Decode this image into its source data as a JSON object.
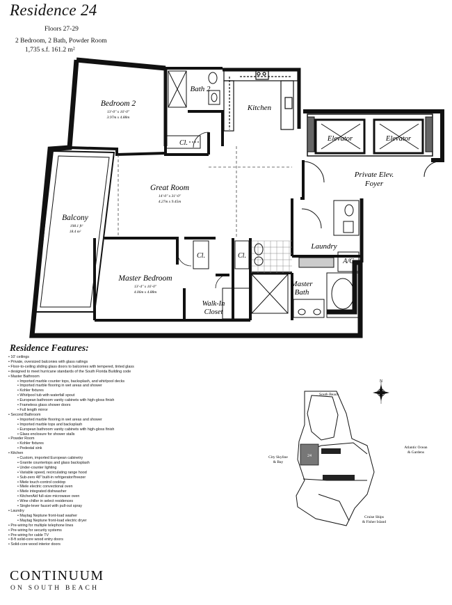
{
  "header": {
    "title": "Residence 24",
    "floors": "Floors 27-29",
    "layout": "2 Bedroom, 2 Bath, Powder Room",
    "area": "1,735 s.f.  161.2 m²"
  },
  "plan": {
    "rooms": {
      "bedroom2": {
        "name": "Bedroom 2",
        "dim_ft": "13'-0\" x 16'-0\"",
        "dim_m": "3.97m x 4.88m"
      },
      "bath2": {
        "name": "Bath 2"
      },
      "kitchen": {
        "name": "Kitchen"
      },
      "closet_bed2": {
        "name": "Cl."
      },
      "elevator1": {
        "name": "Elevator"
      },
      "elevator2": {
        "name": "Elevator"
      },
      "foyer": {
        "name": "Private Elev.",
        "name2": "Foyer"
      },
      "great_room": {
        "name": "Great Room",
        "dim_ft": "14'-0\" x 31'-0\"",
        "dim_m": "4.27m x 9.45m"
      },
      "balcony": {
        "name": "Balcony",
        "dim_ft": "198.1 ft²",
        "dim_m": "18.4 m²"
      },
      "closet_a": {
        "name": "Cl."
      },
      "closet_b": {
        "name": "Cl."
      },
      "laundry": {
        "name": "Laundry"
      },
      "ac": {
        "name": "A/C"
      },
      "master_bedroom": {
        "name": "Master Bedroom",
        "dim_ft": "13'-4\" x 16'-0\"",
        "dim_m": "4.06m x 4.88m"
      },
      "master_bath": {
        "name": "Master",
        "name2": "Bath"
      },
      "walkin": {
        "name": "Walk-In",
        "name2": "Closet"
      }
    }
  },
  "features": {
    "heading": "Residence Features:",
    "items": [
      {
        "level": 1,
        "text": "10' ceilings"
      },
      {
        "level": 1,
        "text": "Private, oversized balconies with glass railings"
      },
      {
        "level": 1,
        "text": "Floor-to-ceiling sliding glass doors to balconies with tempered, tinted glass"
      },
      {
        "level": 1,
        "text": "designed to meet hurricane standards of the South Florida Building code"
      },
      {
        "level": 1,
        "text": "Master Bathroom"
      },
      {
        "level": 2,
        "text": "Imported marble counter tops, backsplash, and whirlpool decks"
      },
      {
        "level": 2,
        "text": "Imported marble flooring in wet areas and shower"
      },
      {
        "level": 2,
        "text": "Kohler fixtures"
      },
      {
        "level": 2,
        "text": "Whirlpool tub with waterfall spout"
      },
      {
        "level": 2,
        "text": "European bathroom vanity cabinets with high-gloss finish"
      },
      {
        "level": 2,
        "text": "Frameless glass shower doors"
      },
      {
        "level": 2,
        "text": "Full length mirror"
      },
      {
        "level": 1,
        "text": "Second Bathroom"
      },
      {
        "level": 2,
        "text": "Imported marble flooring in wet areas and shower"
      },
      {
        "level": 2,
        "text": "Imported marble tops and backsplash"
      },
      {
        "level": 2,
        "text": "European bathroom vanity cabinets with high-gloss finish"
      },
      {
        "level": 2,
        "text": "Glass enclosure for shower stalls"
      },
      {
        "level": 1,
        "text": "Powder Room"
      },
      {
        "level": 2,
        "text": "Kohler fixtures"
      },
      {
        "level": 2,
        "text": "Pedestal sink"
      },
      {
        "level": 1,
        "text": "Kitchen"
      },
      {
        "level": 2,
        "text": "Custom, imported European cabinetry"
      },
      {
        "level": 2,
        "text": "Granite countertops and glass backsplash"
      },
      {
        "level": 2,
        "text": "Under-counter lighting"
      },
      {
        "level": 2,
        "text": "Variable speed, recirculating range hood"
      },
      {
        "level": 2,
        "text": "Sub-zero 48\" built-in refrigerator/freezer"
      },
      {
        "level": 2,
        "text": "Miele touch-control cooktop"
      },
      {
        "level": 2,
        "text": "Miele electric convectional oven"
      },
      {
        "level": 2,
        "text": "Miele integrated dishwasher"
      },
      {
        "level": 2,
        "text": "KitchenAid full-size microwave oven"
      },
      {
        "level": 2,
        "text": "Wine chiller in select residences"
      },
      {
        "level": 2,
        "text": "Single-lever faucet with pull-out spray"
      },
      {
        "level": 1,
        "text": "Laundry"
      },
      {
        "level": 2,
        "text": "Maytag Neptune front-load washer"
      },
      {
        "level": 2,
        "text": "Maytag Neptune front-load electric dryer"
      },
      {
        "level": 1,
        "text": "Pre-wiring for multiple telephone lines"
      },
      {
        "level": 1,
        "text": "Pre-wiring for security systems"
      },
      {
        "level": 1,
        "text": "Pre-wiring for cable TV"
      },
      {
        "level": 1,
        "text": "8-ft solid-core wood entry doors"
      },
      {
        "level": 1,
        "text": "Solid-core wood interior doors"
      }
    ]
  },
  "keymap": {
    "north": "N",
    "south_beach": "South Beach",
    "city_skyline": "City Skyline",
    "city_skyline2": "& Bay",
    "atlantic": "Atlantic Ocean",
    "atlantic2": "& Gardens",
    "cruise": "Cruise Ships",
    "cruise2": "& Fisher Island",
    "unit": "24"
  },
  "branding": {
    "name": "CONTINUUM",
    "tagline": "ON SOUTH BEACH"
  }
}
